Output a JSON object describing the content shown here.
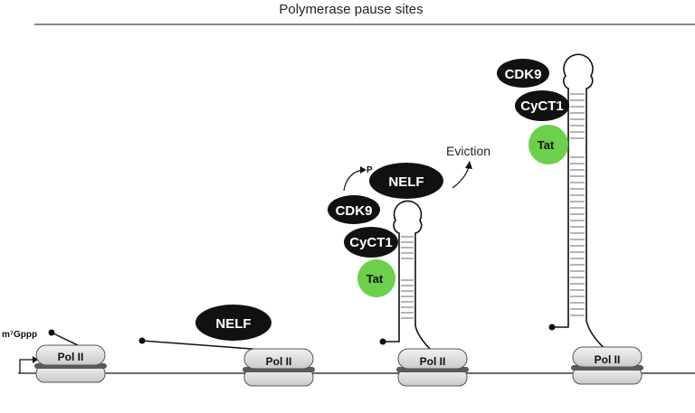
{
  "title": "Polymerase pause sites",
  "labels": {
    "pol": "Pol II",
    "nelf": "NELF",
    "cdk9": "CDK9",
    "cyct1": "CyCT1",
    "tat": "Tat",
    "cap": "m⁷Gppp",
    "phospho": "P",
    "eviction": "Eviction"
  },
  "colors": {
    "tat_green": "#6cd04c",
    "factor_black": "#111111",
    "pol_gray": "#d9d9d9",
    "pol_band": "#5a5a5a"
  },
  "stages": [
    {
      "id": "capped-rna",
      "components": [
        "Pol II",
        "m⁷Gppp"
      ]
    },
    {
      "id": "nelf-bound",
      "components": [
        "Pol II",
        "NELF"
      ]
    },
    {
      "id": "tat-recruitment",
      "components": [
        "Pol II",
        "TAR",
        "Tat",
        "CyCT1",
        "CDK9",
        "NELF"
      ]
    },
    {
      "id": "elongation",
      "components": [
        "Pol II",
        "TAR",
        "Tat",
        "CyCT1",
        "CDK9"
      ]
    }
  ]
}
